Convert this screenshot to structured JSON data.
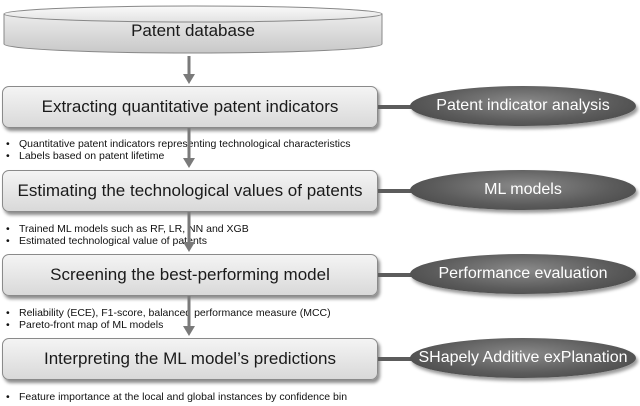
{
  "database": {
    "label": "Patent database"
  },
  "steps": [
    {
      "label": "Extracting quantitative patent indicators",
      "method": "Patent indicator analysis",
      "notes": [
        "Quantitative patent indicators representing technological characteristics",
        "Labels based on patent lifetime"
      ]
    },
    {
      "label": "Estimating the technological values of patents",
      "method": "ML models",
      "notes": [
        "Trained ML models such as RF, LR, NN and XGB",
        "Estimated technological value of patents"
      ]
    },
    {
      "label": "Screening the best-performing model",
      "method": "Performance evaluation",
      "notes": [
        "Reliability (ECE), F1-score, balanced performance measure (MCC)",
        "Pareto-front map of ML models"
      ]
    },
    {
      "label": "Interpreting the ML model’s predictions",
      "method": "SHapely Additive exPlanation",
      "notes": [
        "Feature importance at the local and global instances by confidence bin"
      ]
    }
  ],
  "colors": {
    "box_fill_top": "#f4f4f4",
    "box_fill_bottom": "#d9d9d9",
    "ellipse_fill": "#5c5c5c",
    "arrow": "#7a7a7a"
  }
}
